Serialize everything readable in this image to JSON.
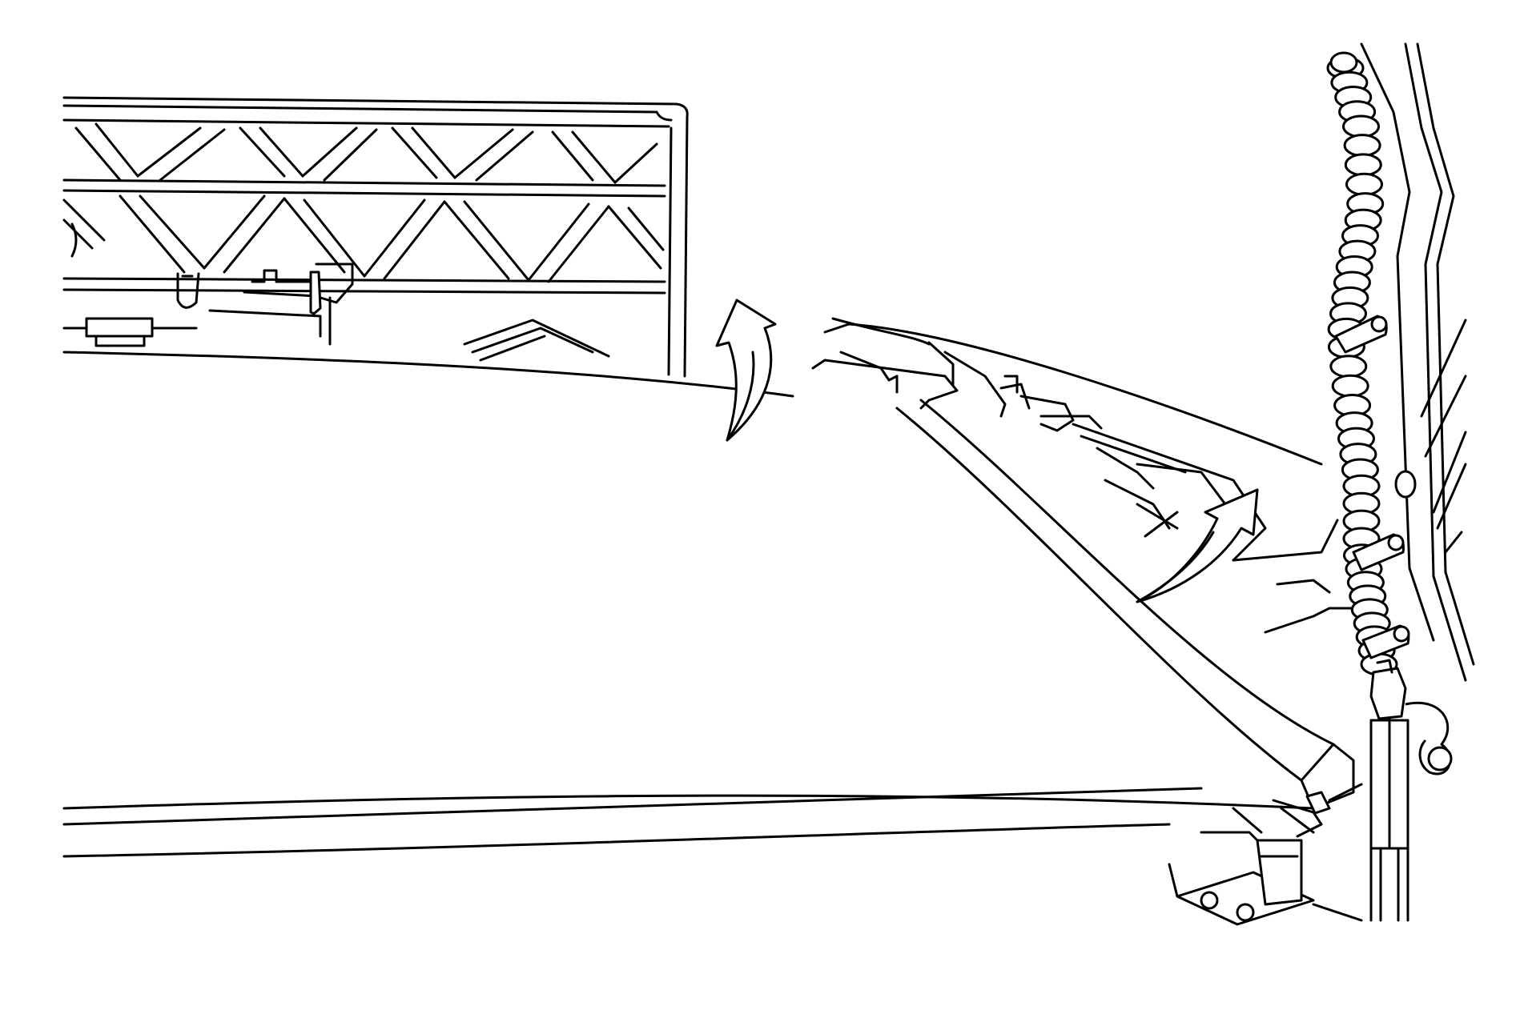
{
  "figure": {
    "type": "line-art technical illustration",
    "components": [
      "grille-panel",
      "hood-panel",
      "hood-edge-trim",
      "wiring-harness-conduit",
      "harness-clips",
      "hood-lift-strut",
      "hood-hinge",
      "fender-side-panel"
    ],
    "annotations": [
      {
        "name": "lift-arrow-left",
        "direction": "up"
      },
      {
        "name": "lift-arrow-right",
        "direction": "up"
      }
    ],
    "harness_clip_count": 3,
    "colors": {
      "line": "#000000",
      "background": "#ffffff"
    }
  }
}
